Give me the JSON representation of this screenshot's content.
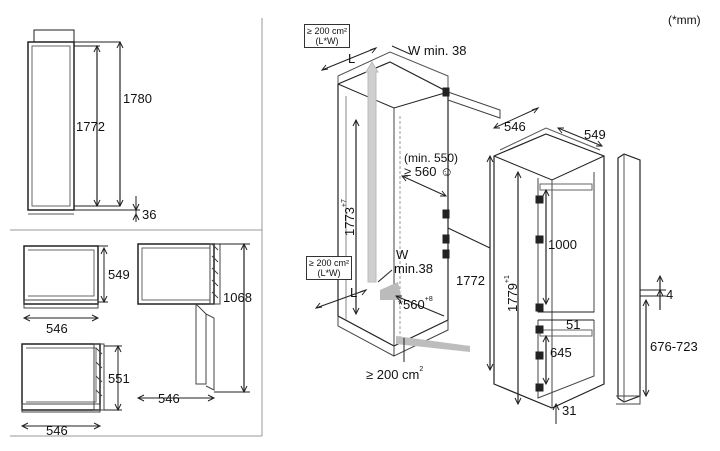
{
  "unit_note": "(*mm)",
  "left_panels": {
    "side_view": {
      "height_outer": "1780",
      "height_inner": "1772",
      "plinth": "36"
    },
    "top_view_1": {
      "depth": "549",
      "width": "546"
    },
    "side_open": {
      "height": "1068",
      "width": "546"
    },
    "top_view_2": {
      "depth": "551",
      "width": "546"
    }
  },
  "niche": {
    "vent_top": {
      "area": "≥ 200 cm²",
      "formula": "(L*W)"
    },
    "vent_top_w": "W min. 38",
    "vent_top_l": "L",
    "min_depth": "(min. 550)",
    "depth": "≥ 560 ☺",
    "height_range": "1773",
    "height_range_sup": "+7",
    "vent_bottom": {
      "area": "≥ 200 cm²",
      "formula": "(L*W)"
    },
    "vent_bottom_w1": "W",
    "vent_bottom_w2": "min.38",
    "vent_bottom_l": "L",
    "width": "*560",
    "width_sup": "+8",
    "height_inside": "1772",
    "bottom_air": "≥ 200 cm",
    "bottom_air_sup": "2"
  },
  "appliance": {
    "width": "546",
    "depth": "549",
    "height": "1779",
    "height_sup": "+1",
    "door_upper": "1000",
    "gap": "51",
    "door_lower": "645",
    "foot": "31"
  },
  "door_panel": {
    "offset": "4",
    "range": "676-723"
  }
}
